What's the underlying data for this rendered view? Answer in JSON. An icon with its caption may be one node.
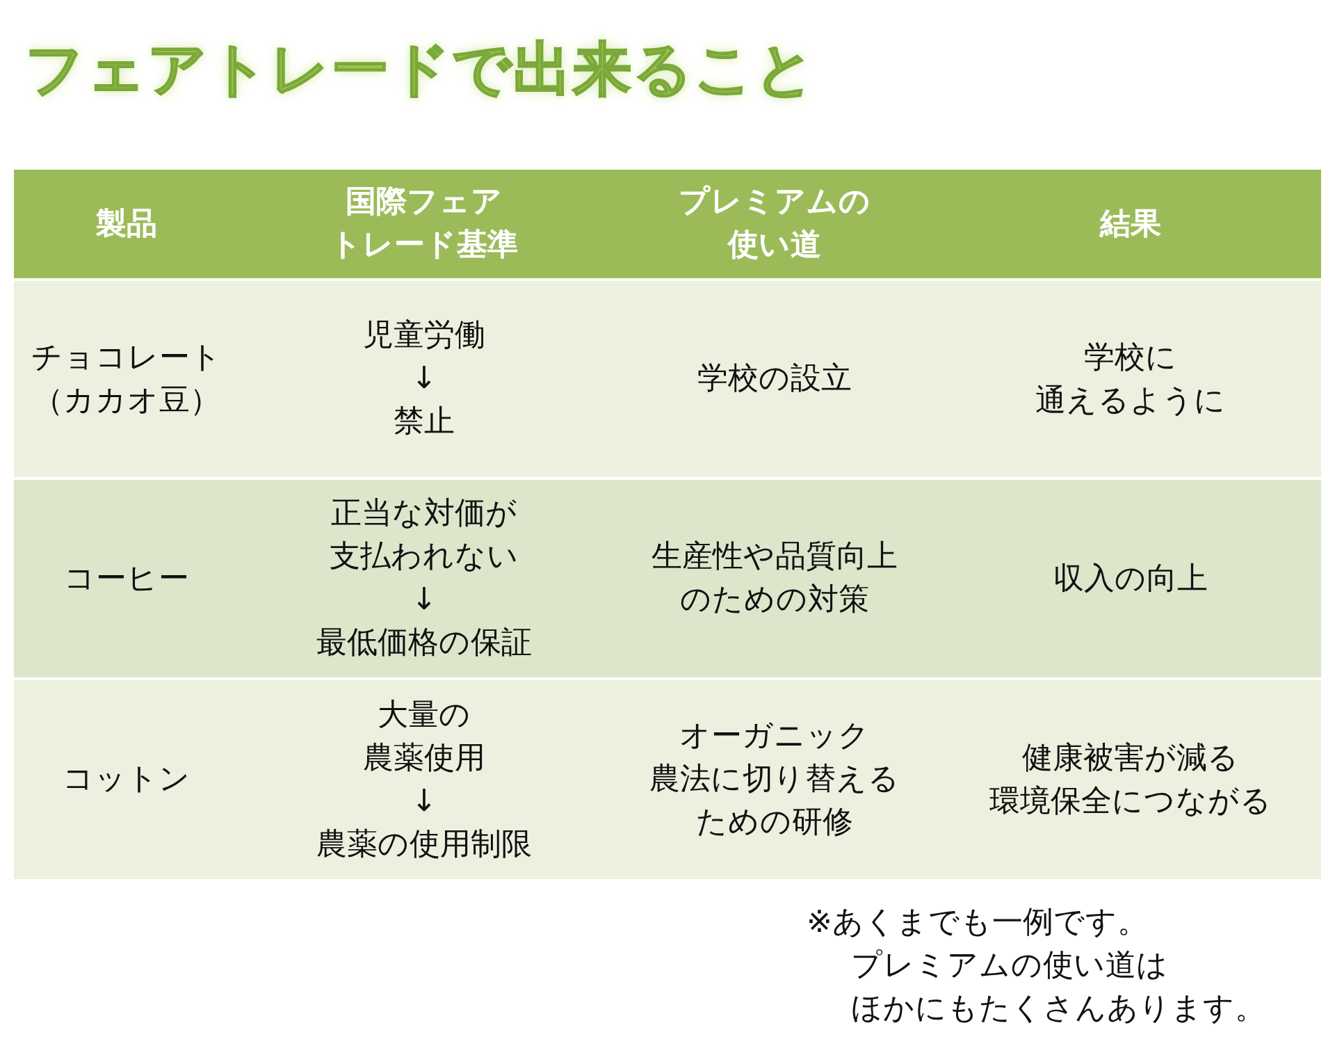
{
  "diagram": {
    "title": "フェアトレードで出来ること",
    "labels": [
      "製品",
      "国際フェアトレード基準",
      "プレミアムの使い道",
      "結果",
      "チョコレート（カカオ豆）",
      "児童労働↓禁止",
      "学校の設立",
      "学校に通えるように",
      "コーヒー",
      "正当な対価が支払われない↓最低価格の保証",
      "生産性や品質向上のための対策",
      "収入の向上",
      "コットン",
      "大量の農薬使用↓農薬の使用制限",
      "オーガニック農法に切り替えるための研修",
      "健康被害が減る環境保全につながる",
      "※あくまでも一例です。プレミアムの使い道はほかにもたくさんあります。"
    ]
  }
}
